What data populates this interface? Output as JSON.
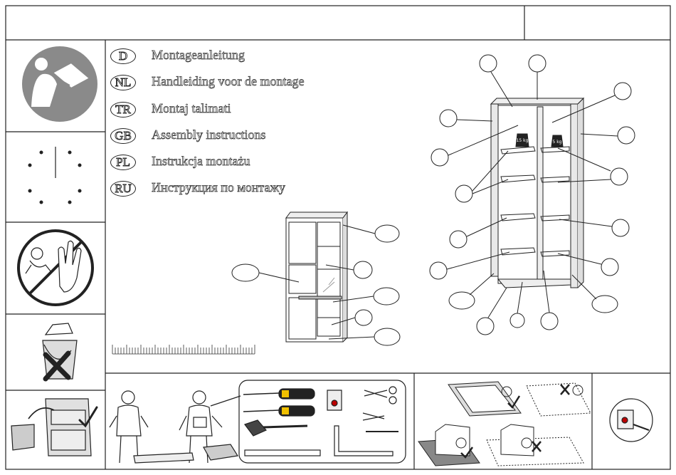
{
  "header": {
    "title": "",
    "code": ""
  },
  "languages": [
    {
      "code": "D",
      "label": "Montageanleitung"
    },
    {
      "code": "NL",
      "label": "Handleiding voor de montage"
    },
    {
      "code": "TR",
      "label": "Montaj  talimati"
    },
    {
      "code": "GB",
      "label": "Assembly instructions"
    },
    {
      "code": "PL",
      "label": "Instrukcja montażu"
    },
    {
      "code": "RU",
      "label": "Инструкция по монтажу"
    }
  ],
  "weights": {
    "left": "15 kg",
    "right": "5 kg"
  },
  "icons": [
    "read-manual-icon",
    "clock-icon",
    "no-children-icon",
    "no-waste-bin-icon",
    "recycle-cabinet-icon",
    "two-persons-icon",
    "tools-icon",
    "protected-floor-icon",
    "wall-anchor-icon"
  ]
}
